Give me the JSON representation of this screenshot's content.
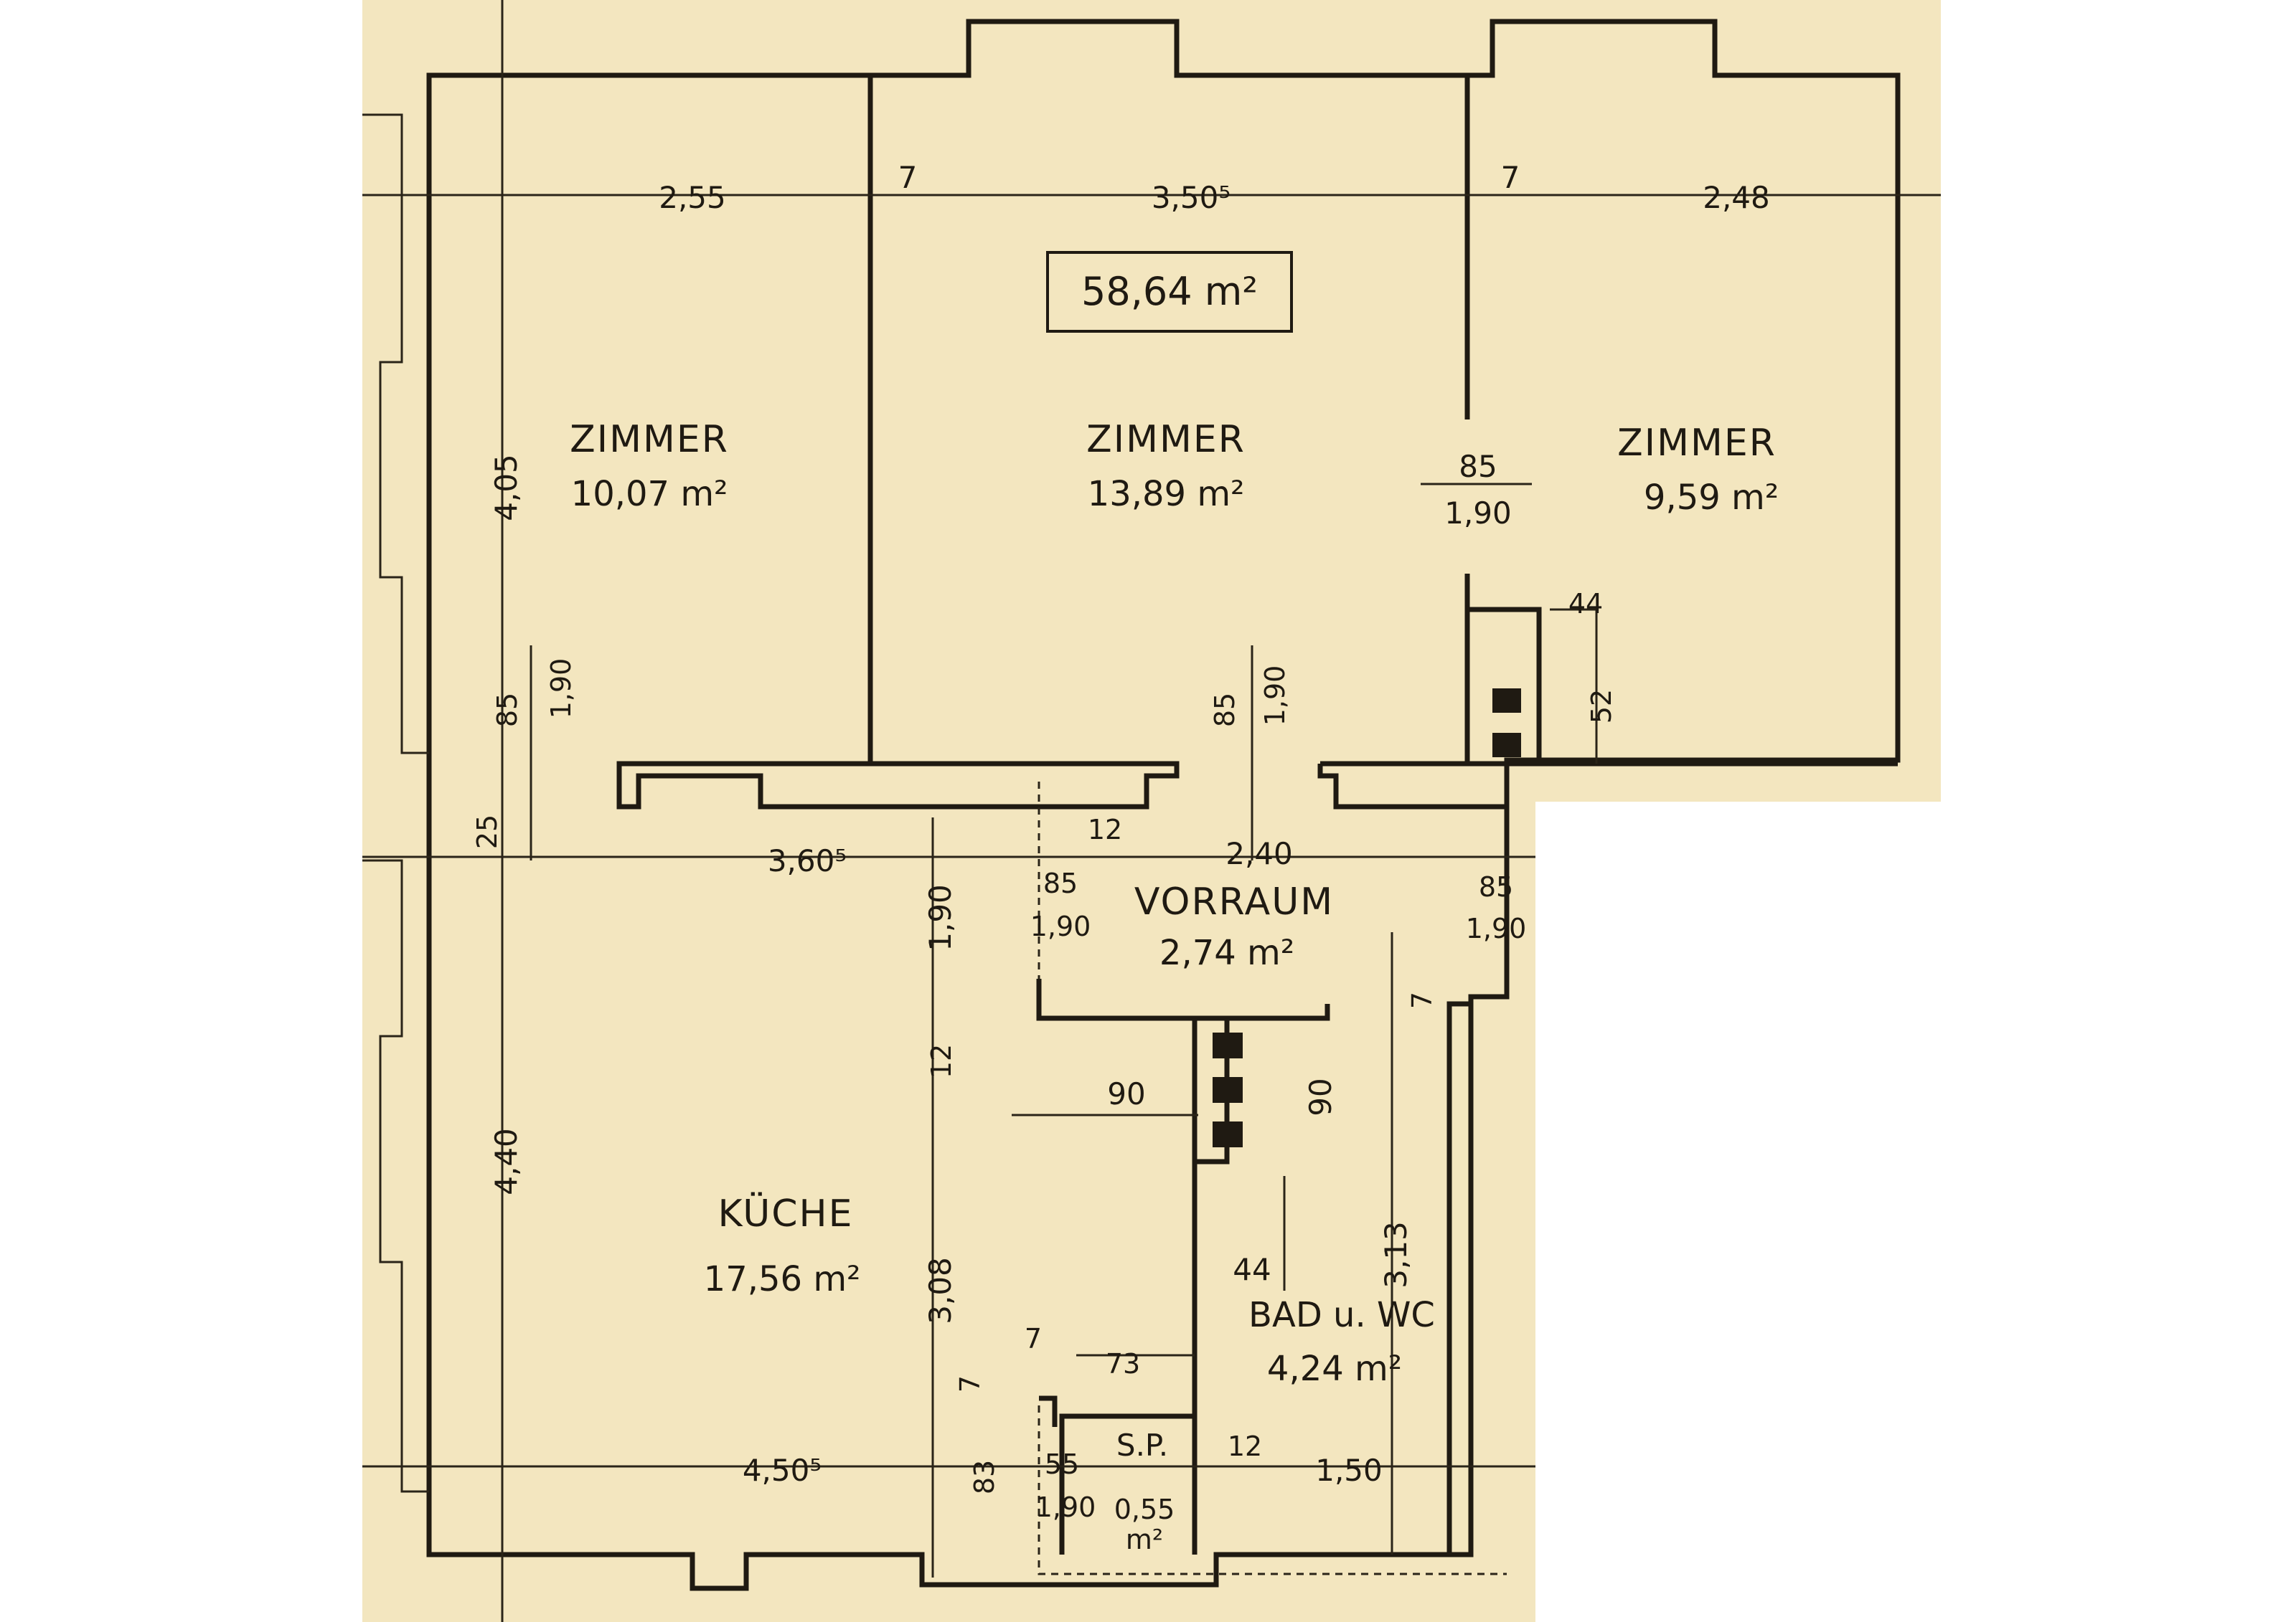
{
  "floorplan": {
    "total_area": "58,64 m²",
    "rooms": [
      {
        "name": "ZIMMER",
        "area": "10,07 m²"
      },
      {
        "name": "ZIMMER",
        "area": "13,89 m²"
      },
      {
        "name": "ZIMMER",
        "area": "9,59 m²"
      },
      {
        "name": "VORRAUM",
        "area": "2,74 m²"
      },
      {
        "name": "KÜCHE",
        "area": "17,56 m²"
      },
      {
        "name": "BAD u. WC",
        "area": "4,24 m²"
      },
      {
        "name": "S.P.",
        "area_top": "0,55",
        "area_bottom": "m²"
      }
    ],
    "dimensions": {
      "w_room1": "2,55",
      "w_room2": "3,50⁵",
      "w_room3": "2,48",
      "wall_a": "7",
      "wall_b": "7",
      "h_room1": "4,05",
      "door_right_w": "85",
      "door_right_h": "1,90",
      "door_left_w": "85",
      "door_left_h": "1,90",
      "door_mid_w": "85",
      "door_mid_h": "1,90",
      "chimney_w": "44",
      "chimney_h": "52",
      "w_wall_25": "25",
      "w_kitchen_top": "3,60⁵",
      "w_wall_12": "12",
      "w_vorraum": "2,40",
      "k_door_h": "1,90",
      "v_door_w": "85",
      "v_door_h": "1,90",
      "bad_door_w": "85",
      "bad_door_h": "1,90",
      "wall_12b": "12",
      "wall_7c": "7",
      "w_90": "90",
      "h_90": "90",
      "h_kitchen": "4,40",
      "shaft_44": "44",
      "h_bad": "3,13",
      "h_308": "3,08",
      "wall_7d": "7",
      "w_73": "73",
      "wall_7e": "7",
      "w_kitchen_bottom": "4,50⁵",
      "sp_door_w": "55",
      "sp_door_h": "1,90",
      "wall_83": "83",
      "wall_12c": "12",
      "w_bad": "1,50"
    }
  },
  "colors": {
    "paper": "#f3e6bf",
    "ink": "#1f1a12"
  }
}
